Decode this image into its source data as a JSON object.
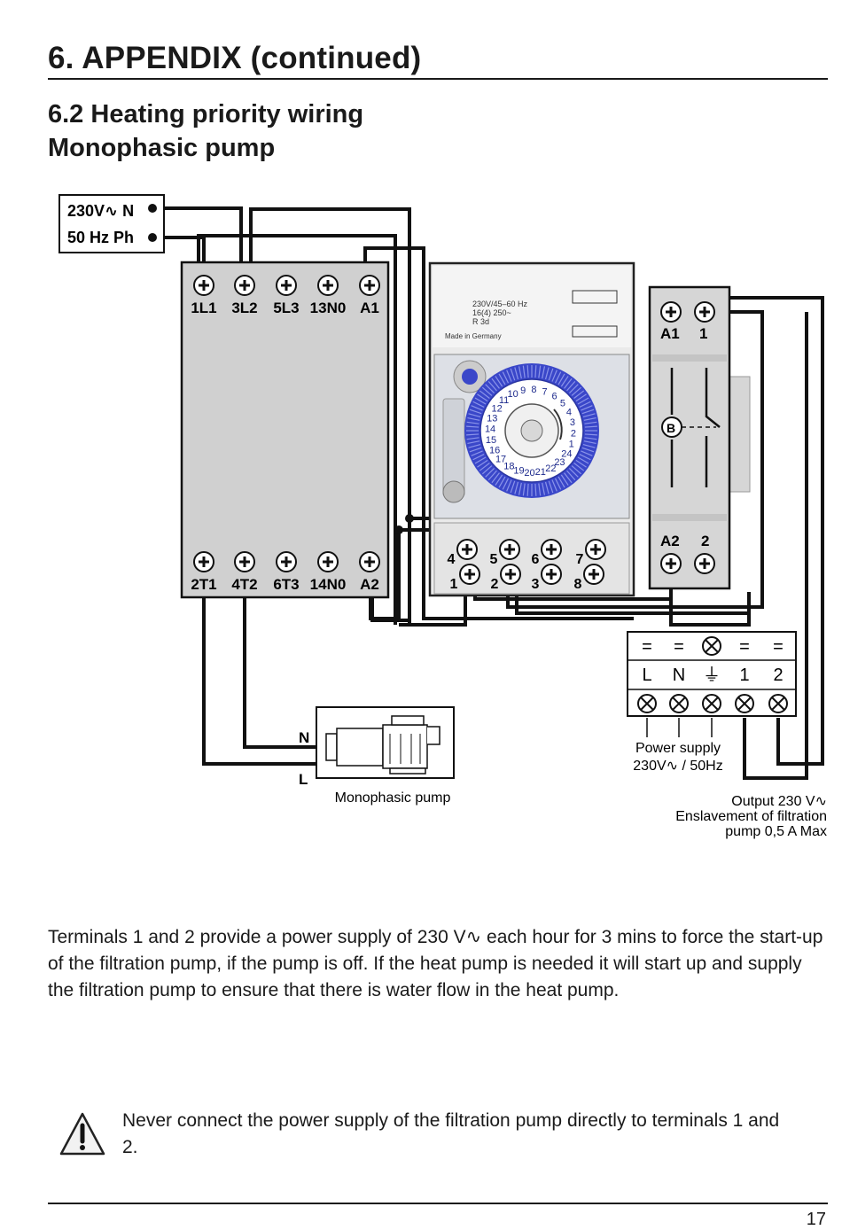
{
  "header": {
    "title": "6. APPENDIX (continued)",
    "section_line1": "6.2 Heating priority wiring",
    "section_line2": "Monophasic pump"
  },
  "diagram": {
    "supply_line1": "230V∿ N",
    "supply_line2": "50 Hz Ph",
    "contactor_top_terminals": [
      "1L1",
      "3L2",
      "5L3",
      "13N0",
      "A1"
    ],
    "contactor_bottom_terminals": [
      "2T1",
      "4T2",
      "6T3",
      "14N0",
      "A2"
    ],
    "timer": {
      "spec_line1": "230V/45–60 Hz",
      "spec_line2": "16(4) 250~",
      "spec_line3": "R 3d",
      "made_in": "Made in Germany",
      "top_contacts": [
        "4",
        "5",
        "6",
        "7"
      ],
      "bottom_contacts": [
        "1",
        "2",
        "3",
        "8"
      ],
      "dial_hours": [
        "1",
        "2",
        "3",
        "4",
        "5",
        "6",
        "7",
        "8",
        "9",
        "10",
        "11",
        "12",
        "13",
        "14",
        "15",
        "16",
        "17",
        "18",
        "19",
        "20",
        "21",
        "22",
        "23",
        "24"
      ]
    },
    "relay": {
      "top_labels": [
        "A1",
        "1"
      ],
      "bottom_labels": [
        "A2",
        "2"
      ],
      "coil_label": "B"
    },
    "heatpump_block": {
      "top_row": [
        "=",
        "=",
        "⊗",
        "=",
        "="
      ],
      "labels": [
        "L",
        "N",
        "⏚",
        "1",
        "2"
      ]
    },
    "power_supply_label_line1": "Power supply",
    "power_supply_label_line2": "230V∿ / 50Hz",
    "pump_terminal_n": "N",
    "pump_terminal_l": "L",
    "pump_label": "Monophasic pump",
    "output_line1": "Output 230 V∿",
    "output_line2": "Enslavement of filtration",
    "output_line3": "pump 0,5 A Max"
  },
  "body_text": "Terminals 1 and 2 provide a power supply of 230 V∿ each hour for 3 mins to force the start-up of the filtration pump, if the pump is off. If the heat pump is needed it will start up and supply the filtration pump to ensure that there is water flow in the heat pump.",
  "warning_text": "Never connect the power supply of the filtration pump directly to terminals 1 and 2.",
  "page_number": "17",
  "colors": {
    "text": "#1a1a1a",
    "contactor_fill": "#d0d0d0",
    "timer_dial": "#3a47c9",
    "wire": "#111111"
  }
}
